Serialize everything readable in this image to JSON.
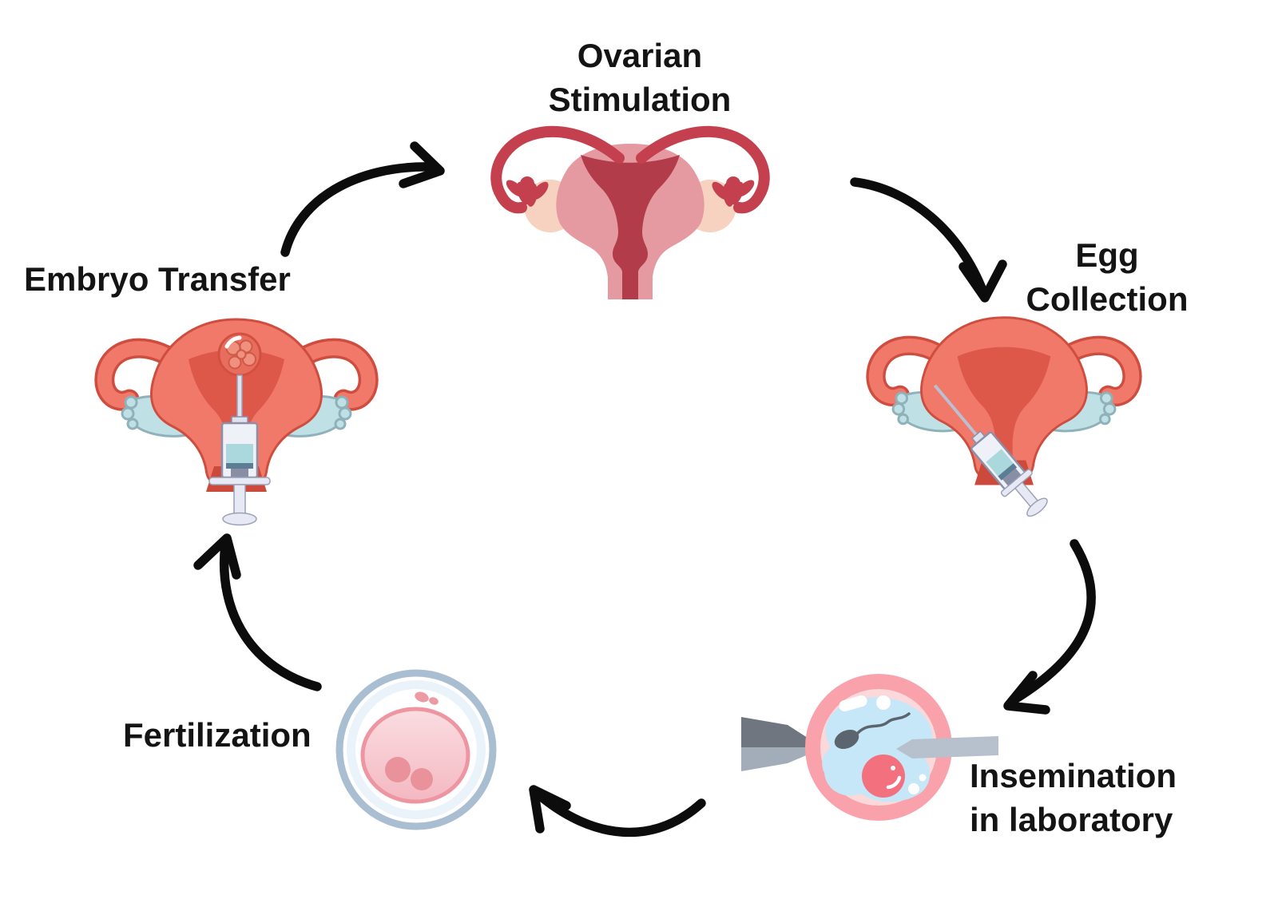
{
  "diagram": {
    "background": "#ffffff",
    "label_color": "#141414",
    "arrow_color": "#0c0c0c",
    "steps": [
      {
        "id": "ovarian-stimulation",
        "label": "Ovarian\nStimulation",
        "illustration": "uterus-with-ovaries"
      },
      {
        "id": "egg-collection",
        "label": "Egg\nCollection",
        "illustration": "uterus-with-aspiration-needle"
      },
      {
        "id": "insemination-in-laboratory",
        "label": "Insemination\nin laboratory",
        "illustration": "egg-cell-sperm-injection"
      },
      {
        "id": "fertilization",
        "label": "Fertilization",
        "illustration": "fertilized-egg-cell"
      },
      {
        "id": "embryo-transfer",
        "label": "Embryo Transfer",
        "illustration": "uterus-with-catheter-syringe-and-embryo"
      }
    ],
    "palette": {
      "uterus_dark_red": "#c4404e",
      "uterus_rose_pink": "#e59aa1",
      "uterus_cavity_red": "#b23c49",
      "ovary_peach": "#f8d2c0",
      "ligament_peach": "#f6cdbb",
      "uterus_coral": "#f0796a",
      "uterus_coral_dark": "#de5849",
      "uterus_outline": "#cf4d3e",
      "tube_end_blue": "#bfe0e4",
      "tube_end_outline": "#8fb2ba",
      "syringe_body": "#eef1f8",
      "syringe_outline": "#8b90a8",
      "syringe_liquid_teal": "#abd8dc",
      "syringe_liquid_dark": "#5d7d95",
      "plunger_gray": "#8a8ea4",
      "needle_lavender": "#b9c0d4",
      "egg_ring_pink": "#f9a2ac",
      "egg_inner_pink": "#fbd9da",
      "cytoplasm_blue": "#c5e7f8",
      "nucleus_pink": "#f3717f",
      "sperm_gray": "#5c646d",
      "pipette_dark_gray": "#6f7680",
      "pipette_light_gray": "#a3adb9",
      "injection_needle_gray": "#b7c0cd",
      "shell_blue_gray": "#a9bed1",
      "cell_pink": "#f5bac2",
      "pronucleus_pink": "#e9929c"
    }
  }
}
